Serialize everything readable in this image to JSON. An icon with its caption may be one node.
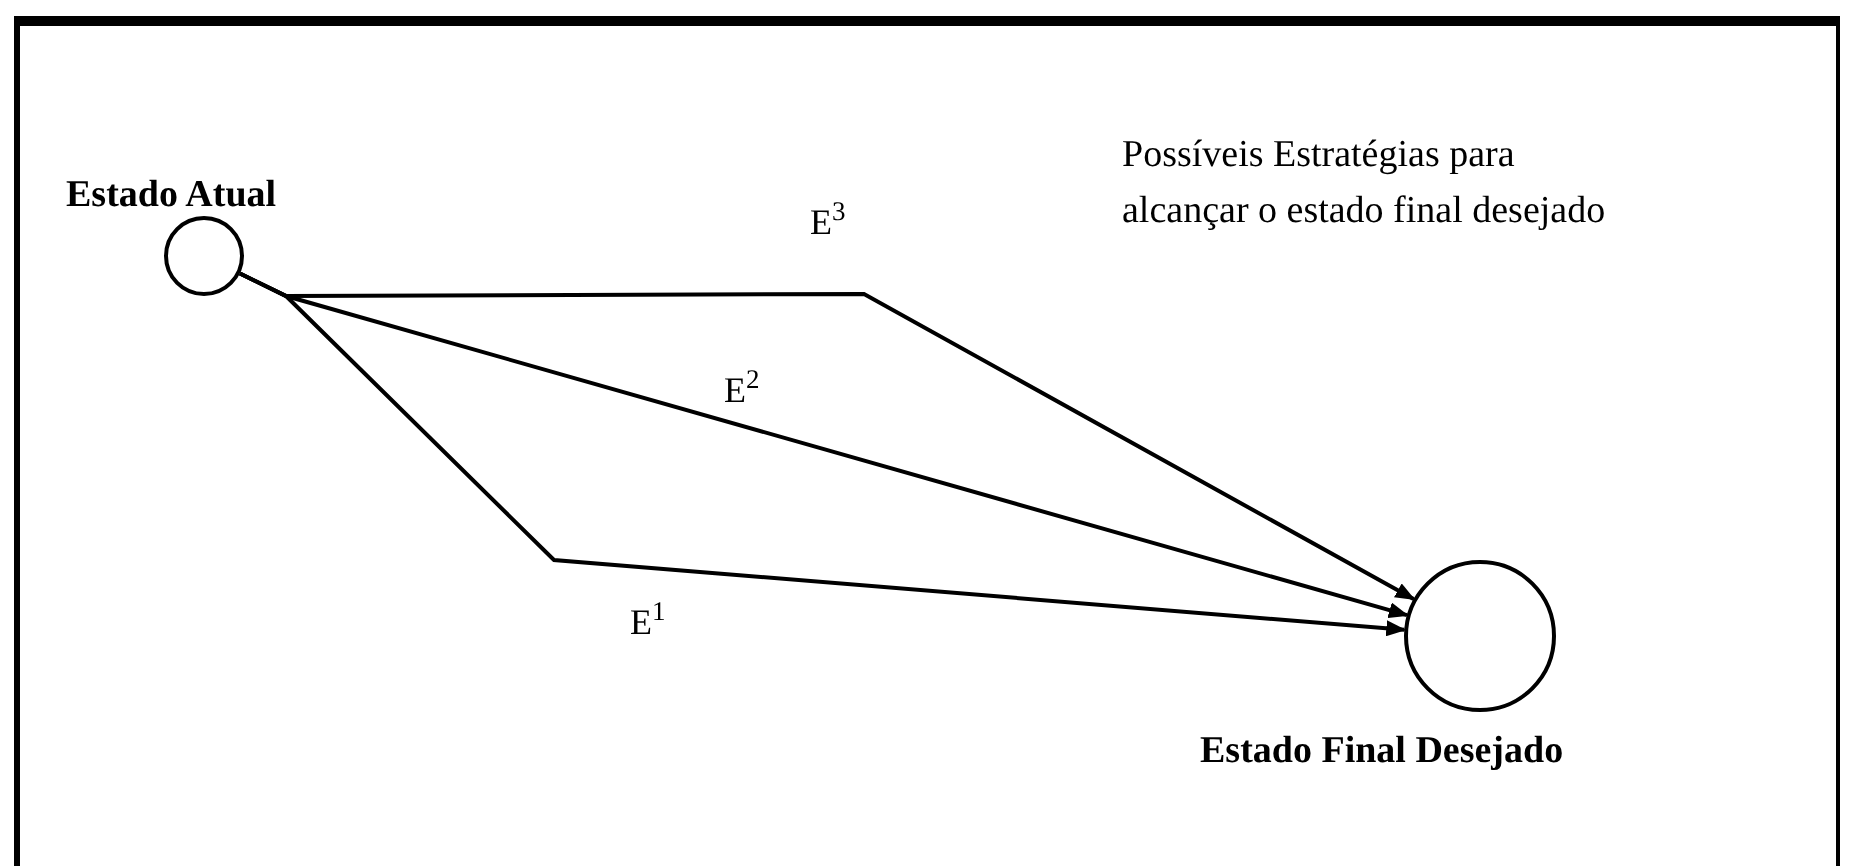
{
  "diagram": {
    "nodes": [
      {
        "text": [
          "Estado Atual"
        ]
      },
      {
        "text": [
          "Estado Final Desejado"
        ]
      }
    ],
    "edges": [
      {
        "from": 0,
        "to": 1,
        "arrow": "to",
        "label": "E$^{3}$"
      },
      {
        "from": 0,
        "to": 1,
        "arrow": "to",
        "label": "E$^{2}$"
      },
      {
        "from": 0,
        "to": 1,
        "arrow": "to",
        "label": "E$^{1}$"
      }
    ],
    "labels": [
      "Possíveis Estratégias para alcançar o estado final desejado"
    ]
  }
}
